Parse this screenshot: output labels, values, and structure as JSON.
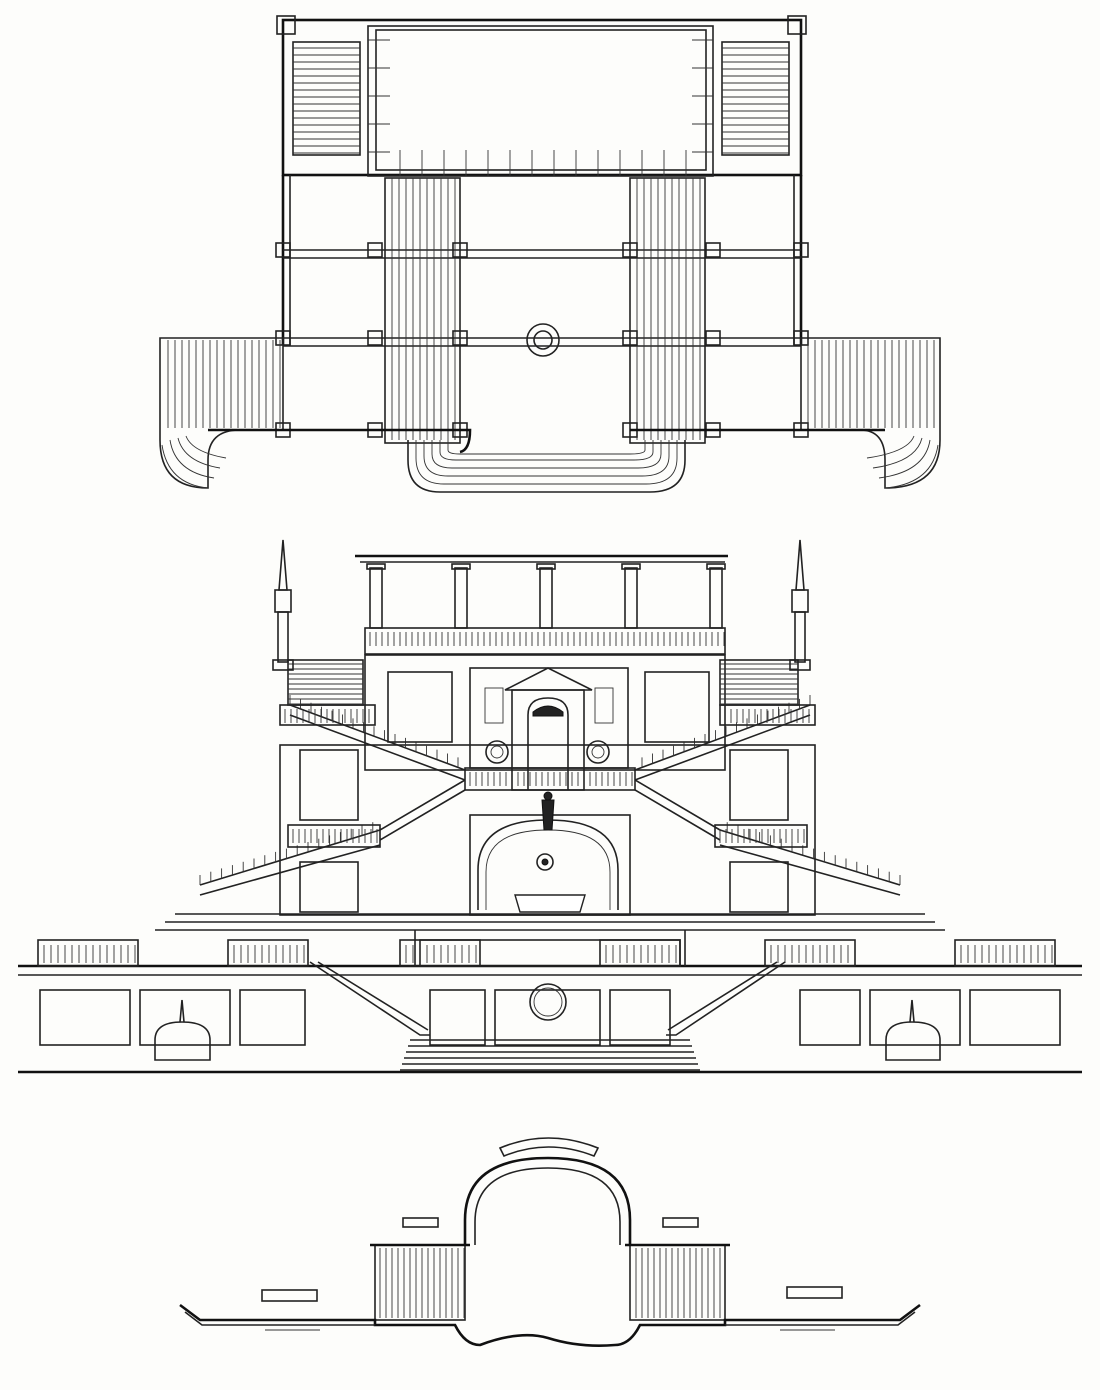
{
  "drawing": {
    "kind": "architectural-plate",
    "sheets": [
      {
        "id": "upper-floor-plan",
        "kind": "plan"
      },
      {
        "id": "front-elevation",
        "kind": "elevation"
      },
      {
        "id": "ground-floor-plan",
        "kind": "plan"
      }
    ]
  },
  "colors": {
    "paper": "#fdfdfb",
    "ink": "#222222"
  }
}
